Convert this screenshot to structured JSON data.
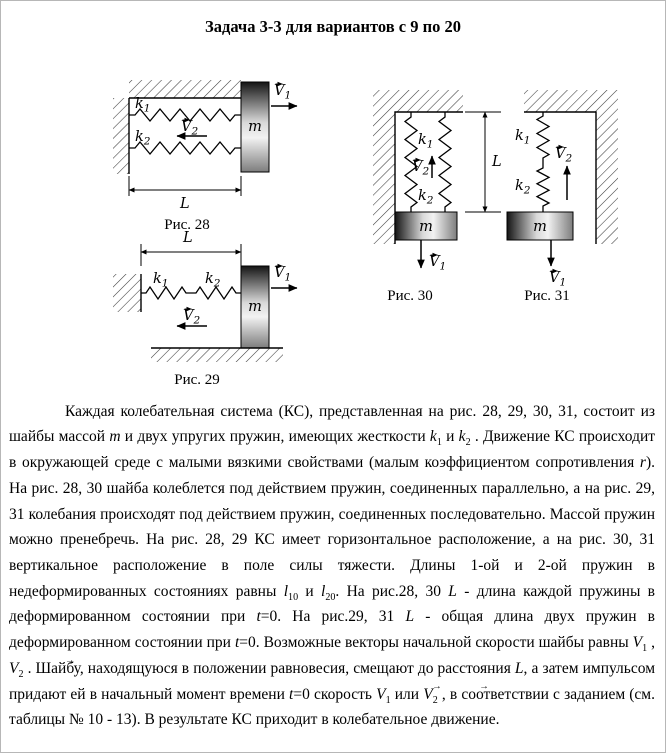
{
  "title": "Задача 3-3 для вариантов с 9 по 20",
  "labels": {
    "k1": {
      "base": "k",
      "sub": "1"
    },
    "k2": {
      "base": "k",
      "sub": "2"
    },
    "v1": {
      "base": "V",
      "sub": "1"
    },
    "v2": {
      "base": "V",
      "sub": "2"
    },
    "mass": "m",
    "length": "L"
  },
  "figures": {
    "fig28": {
      "caption": "Рис. 28"
    },
    "fig29": {
      "caption": "Рис. 29"
    },
    "fig30": {
      "caption": "Рис. 30"
    },
    "fig31": {
      "caption": "Рис. 31"
    }
  },
  "paragraph_html": "Каждая колебательная система (КС), представленная на рис. 28, 29, 30, 31, состоит из шайбы массой <i>m</i> и двух упругих пружин, имеющих жесткости <i>k</i><sub>1</sub> и <i>k</i><sub>2</sub> . Движение КС происходит в окружающей среде с малыми вязкими свойствами (малым коэффициентом сопротивления <i>r</i>). На рис. 28, 30 шайба колеблется под действием пружин, соединенных параллельно, а на рис. 29, 31 колебания происходят под действием пружин, соединенных последовательно. Массой пружин можно пренебречь. На рис. 28, 29 КС имеет горизонтальное расположение, а на рис. 30, 31 вертикальное расположение в поле силы тяжести. Длины 1-ой и 2-ой пружин в недеформированных состояниях равны <i>l</i><sub>10</sub> и <i>l</i><sub>20</sub>. На рис.28, 30 <i>L</i> - длина каждой пружины в деформированном состоянии при <i>t</i>=0. На рис.29, 31 <i>L</i> - общая длина двух пружин в деформированном состоянии при <i>t</i>=0. Возможные векторы начальной скорости шайбы равны <span class='vec'>V</span><sub>1</sub> , <span class='vec'>V</span><sub>2</sub> . Шайбу, находящуюся в положении равновесия, смещают до расстояния <i>L</i>, а затем импульсом придают ей в начальный момент времени <i>t</i>=0 скорость <span class='vec'>V</span><sub>1</sub> или <span class='vec'>V</span><sub>2</sub> , в соответствии с заданием (см. таблицы № 10 - 13). В результате КС приходит в колебательное движение."
}
